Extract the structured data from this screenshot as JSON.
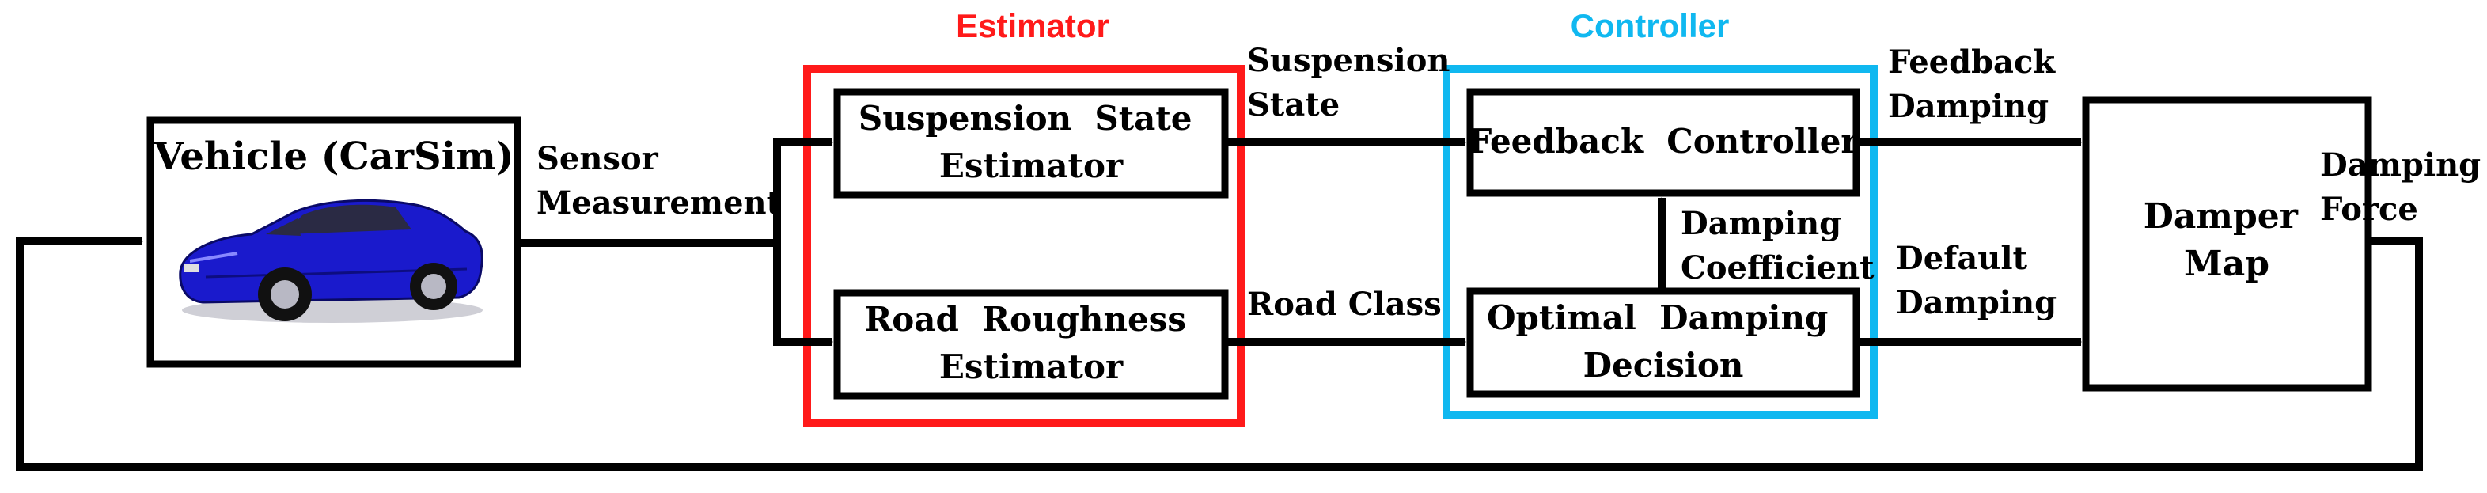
{
  "colors": {
    "line": "#000000",
    "estimator": "#ff1a1a",
    "controller": "#10b8f0",
    "car_body": "#1a1acc"
  },
  "groups": {
    "estimator_title": "Estimator",
    "controller_title": "Controller"
  },
  "blocks": {
    "vehicle": "Vehicle (CarSim)",
    "suspension_estimator": [
      "Suspension  State",
      "Estimator"
    ],
    "road_estimator": [
      "Road  Roughness",
      "Estimator"
    ],
    "feedback_controller": "Feedback  Controller",
    "optimal_damping": [
      "Optimal  Damping",
      "Decision"
    ],
    "damper_map": [
      "Damper",
      "Map"
    ]
  },
  "signals": {
    "sensor": [
      "Sensor",
      "Measurement"
    ],
    "suspension_state": [
      "Suspension",
      "State"
    ],
    "road_class": "Road Class",
    "damping_coefficient": [
      "Damping",
      "Coefficient"
    ],
    "feedback_damping": [
      "Feedback",
      "Damping"
    ],
    "default_damping": [
      "Default",
      "Damping"
    ],
    "damping_force": [
      "Damping",
      "Force"
    ]
  },
  "icons": {
    "vehicle_image": "blue-sedan-car-icon"
  }
}
